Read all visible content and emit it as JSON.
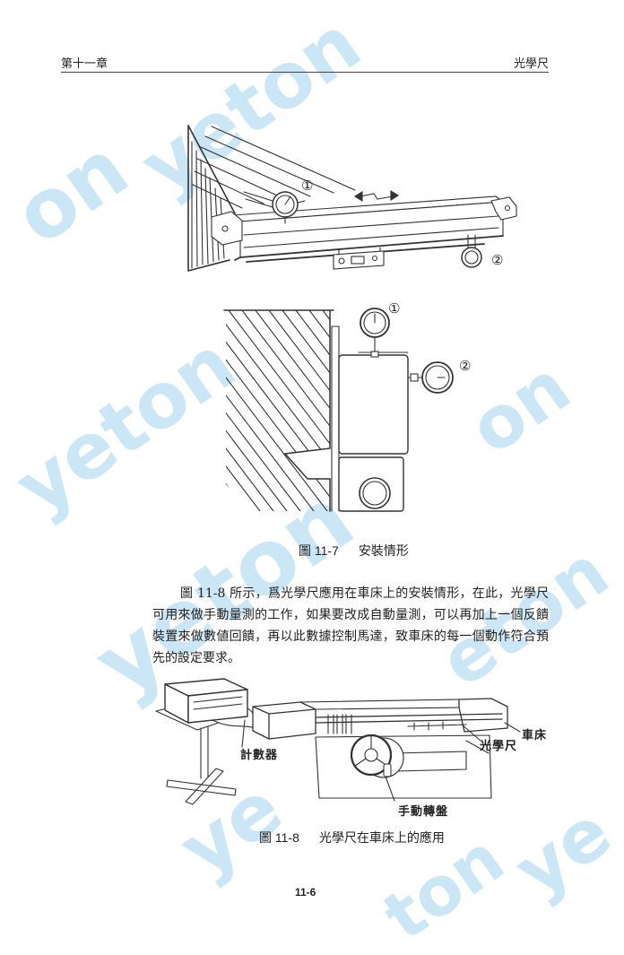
{
  "header": {
    "chapter": "第十一章",
    "section": "光學尺"
  },
  "figure_11_7": {
    "installation_view": {
      "dial_labels": [
        "①",
        "②"
      ]
    },
    "section_view": {
      "dial_labels": [
        "①",
        "②"
      ]
    },
    "caption": {
      "label": "圖 11-7",
      "title": "安裝情形"
    }
  },
  "body": {
    "paragraph_lines": [
      "圖 11-8 所示，爲光學尺應用在車床上的安裝情形，在此，光學尺",
      "可用來做手動量測的工作，如果要改成自動量測，可以再加上一個反饋",
      "裝置來做數値回饋，再以此數據控制馬達，致車床的每一個動作符合預",
      "先的設定要求。"
    ]
  },
  "figure_11_8": {
    "labels": {
      "counter": "計數器",
      "optical_scale": "光學尺",
      "lathe": "車床",
      "handwheel": "手動轉盤"
    },
    "caption": {
      "label": "圖 11-8",
      "title": "光學尺在車床上的應用"
    }
  },
  "footer": {
    "page_number": "11-6"
  },
  "watermark": {
    "fragments": [
      "yeton",
      "on",
      "yeton",
      "on",
      "yeton",
      "eton",
      "ye",
      "ye",
      "ton"
    ],
    "color": "#c3e2f4"
  },
  "colors": {
    "text": "#222222",
    "rule": "#444444",
    "drawing": "#333333"
  }
}
